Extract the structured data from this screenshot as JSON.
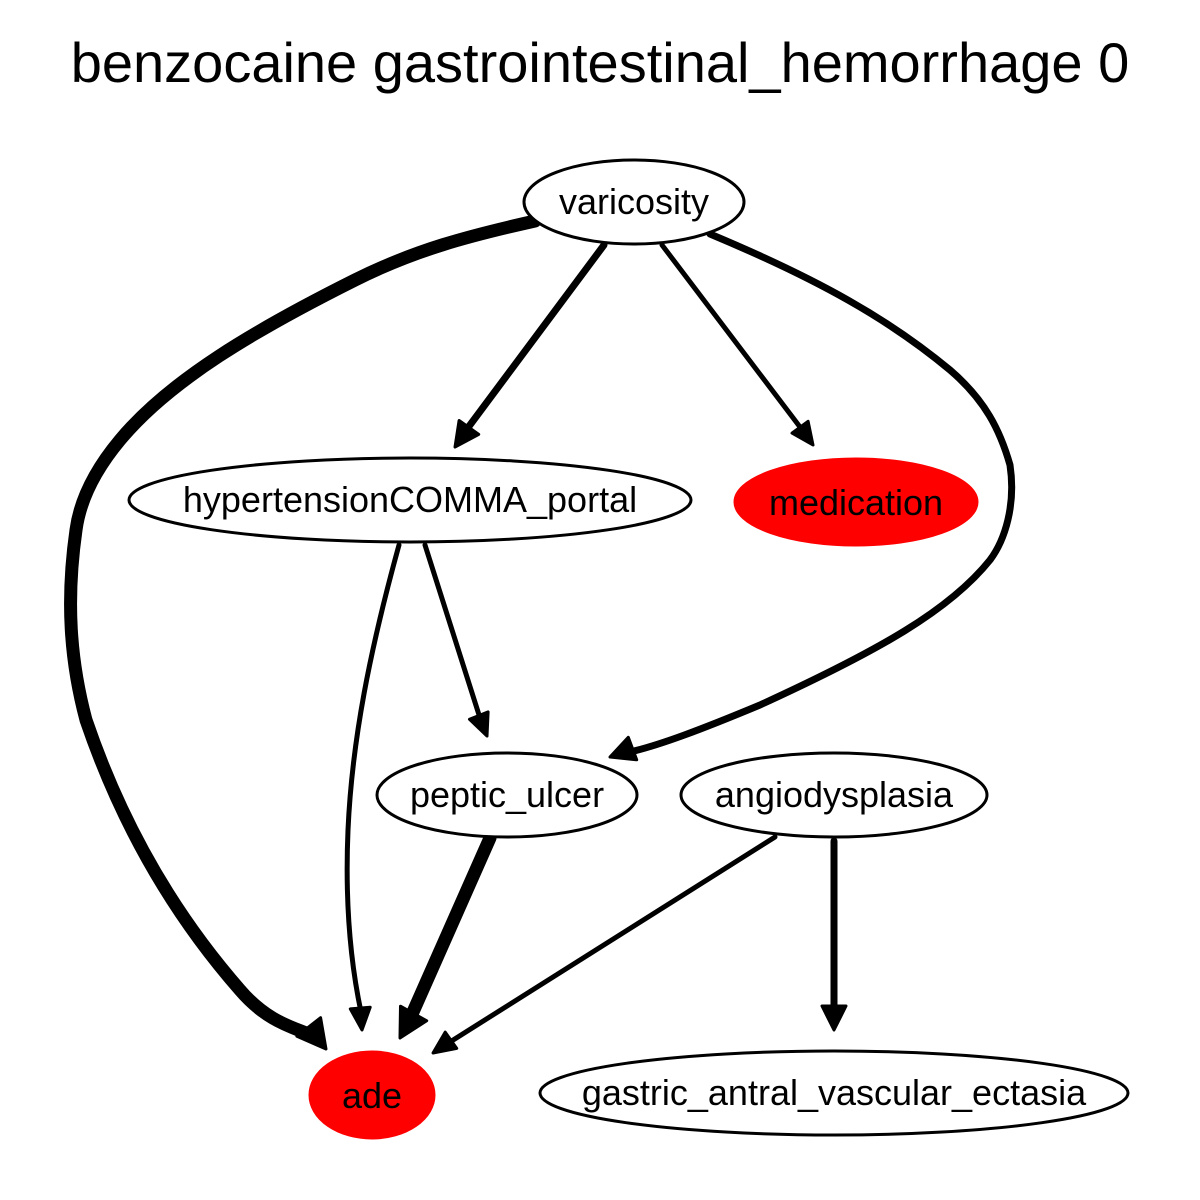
{
  "title": "benzocaine gastrointestinal_hemorrhage 0",
  "colors": {
    "highlight": "#ff0000",
    "default_fill": "#ffffff",
    "stroke": "#000000"
  },
  "nodes": [
    {
      "id": "varicosity",
      "label": "varicosity",
      "highlighted": false
    },
    {
      "id": "hypertension_portal",
      "label": "hypertensionCOMMA_portal",
      "highlighted": false
    },
    {
      "id": "medication",
      "label": "medication",
      "highlighted": true
    },
    {
      "id": "peptic_ulcer",
      "label": "peptic_ulcer",
      "highlighted": false
    },
    {
      "id": "angiodysplasia",
      "label": "angiodysplasia",
      "highlighted": false
    },
    {
      "id": "ade",
      "label": "ade",
      "highlighted": true
    },
    {
      "id": "gave",
      "label": "gastric_antral_vascular_ectasia",
      "highlighted": false
    }
  ],
  "edges": [
    {
      "from": "varicosity",
      "to": "ade",
      "weight": "heavy"
    },
    {
      "from": "varicosity",
      "to": "hypertension_portal",
      "weight": "medium"
    },
    {
      "from": "varicosity",
      "to": "medication",
      "weight": "light"
    },
    {
      "from": "varicosity",
      "to": "peptic_ulcer",
      "weight": "medium"
    },
    {
      "from": "hypertension_portal",
      "to": "ade",
      "weight": "light"
    },
    {
      "from": "hypertension_portal",
      "to": "peptic_ulcer",
      "weight": "light"
    },
    {
      "from": "peptic_ulcer",
      "to": "ade",
      "weight": "heavy"
    },
    {
      "from": "angiodysplasia",
      "to": "ade",
      "weight": "light"
    },
    {
      "from": "angiodysplasia",
      "to": "gave",
      "weight": "medium"
    }
  ]
}
